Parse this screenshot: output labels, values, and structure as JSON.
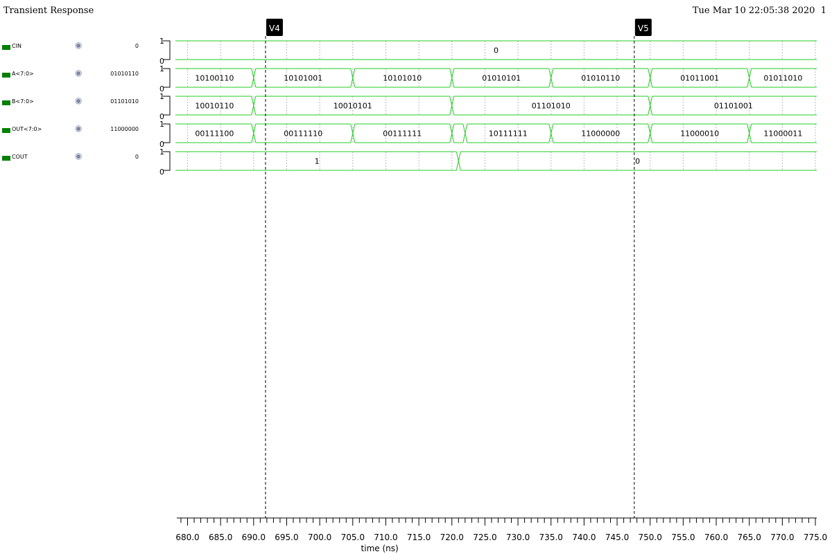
{
  "header": {
    "title": "Transient Response",
    "datetime": "Tue Mar 10 22:05:38 2020",
    "page": "1"
  },
  "colors": {
    "trace": "#22cc22",
    "swatch": "#008000",
    "grid": "#bbbbbb",
    "text": "#000000"
  },
  "chart_data": {
    "type": "digital-waveform",
    "xlabel": "time (ns)",
    "xlim": [
      677.5,
      776.0
    ],
    "xticks": [
      "680.0",
      "685.0",
      "690.0",
      "695.0",
      "700.0",
      "705.0",
      "710.0",
      "715.0",
      "720.0",
      "725.0",
      "730.0",
      "735.0",
      "740.0",
      "745.0",
      "750.0",
      "755.0",
      "760.0",
      "765.0",
      "770.0",
      "775.0"
    ],
    "markers": [
      {
        "label": "V4",
        "t": 691.8
      },
      {
        "label": "V5",
        "t": 747.6
      }
    ],
    "signals": [
      {
        "name": "CIN",
        "cursor_value": "0",
        "y_hi": "1",
        "y_lo": "0",
        "segments": [
          {
            "t0": 677.5,
            "t1": 776.0,
            "label": "0"
          }
        ]
      },
      {
        "name": "A<7:0>",
        "cursor_value": "01010110",
        "y_hi": "1",
        "y_lo": "0",
        "segments": [
          {
            "t0": 677.5,
            "t1": 690.0,
            "label": "10100110"
          },
          {
            "t0": 690.0,
            "t1": 705.0,
            "label": "10101001"
          },
          {
            "t0": 705.0,
            "t1": 720.0,
            "label": "10101010"
          },
          {
            "t0": 720.0,
            "t1": 735.0,
            "label": "01010101"
          },
          {
            "t0": 735.0,
            "t1": 750.0,
            "label": "01010110"
          },
          {
            "t0": 750.0,
            "t1": 765.0,
            "label": "01011001"
          },
          {
            "t0": 765.0,
            "t1": 776.0,
            "label": "01011010"
          }
        ]
      },
      {
        "name": "B<7:0>",
        "cursor_value": "01101010",
        "y_hi": "1",
        "y_lo": "0",
        "segments": [
          {
            "t0": 677.5,
            "t1": 690.0,
            "label": "10010110"
          },
          {
            "t0": 690.0,
            "t1": 720.0,
            "label": "10010101"
          },
          {
            "t0": 720.0,
            "t1": 750.0,
            "label": "01101010"
          },
          {
            "t0": 750.0,
            "t1": 776.0,
            "label": "01101001"
          }
        ]
      },
      {
        "name": "OUT<7:0>",
        "cursor_value": "11000000",
        "y_hi": "1",
        "y_lo": "0",
        "segments": [
          {
            "t0": 677.5,
            "t1": 690.0,
            "label": "00111100"
          },
          {
            "t0": 690.0,
            "t1": 705.0,
            "label": "00111110"
          },
          {
            "t0": 705.0,
            "t1": 720.0,
            "label": "00111111"
          },
          {
            "t0": 720.0,
            "t1": 722.0,
            "label": ""
          },
          {
            "t0": 722.0,
            "t1": 735.0,
            "label": "10111111"
          },
          {
            "t0": 735.0,
            "t1": 750.0,
            "label": "11000000"
          },
          {
            "t0": 750.0,
            "t1": 765.0,
            "label": "11000010"
          },
          {
            "t0": 765.0,
            "t1": 776.0,
            "label": "11000011"
          }
        ]
      },
      {
        "name": "COUT",
        "cursor_value": "0",
        "y_hi": "1",
        "y_lo": "0",
        "segments": [
          {
            "t0": 677.5,
            "t1": 721.0,
            "label": "1"
          },
          {
            "t0": 721.0,
            "t1": 776.0,
            "label": "0"
          }
        ]
      }
    ]
  }
}
